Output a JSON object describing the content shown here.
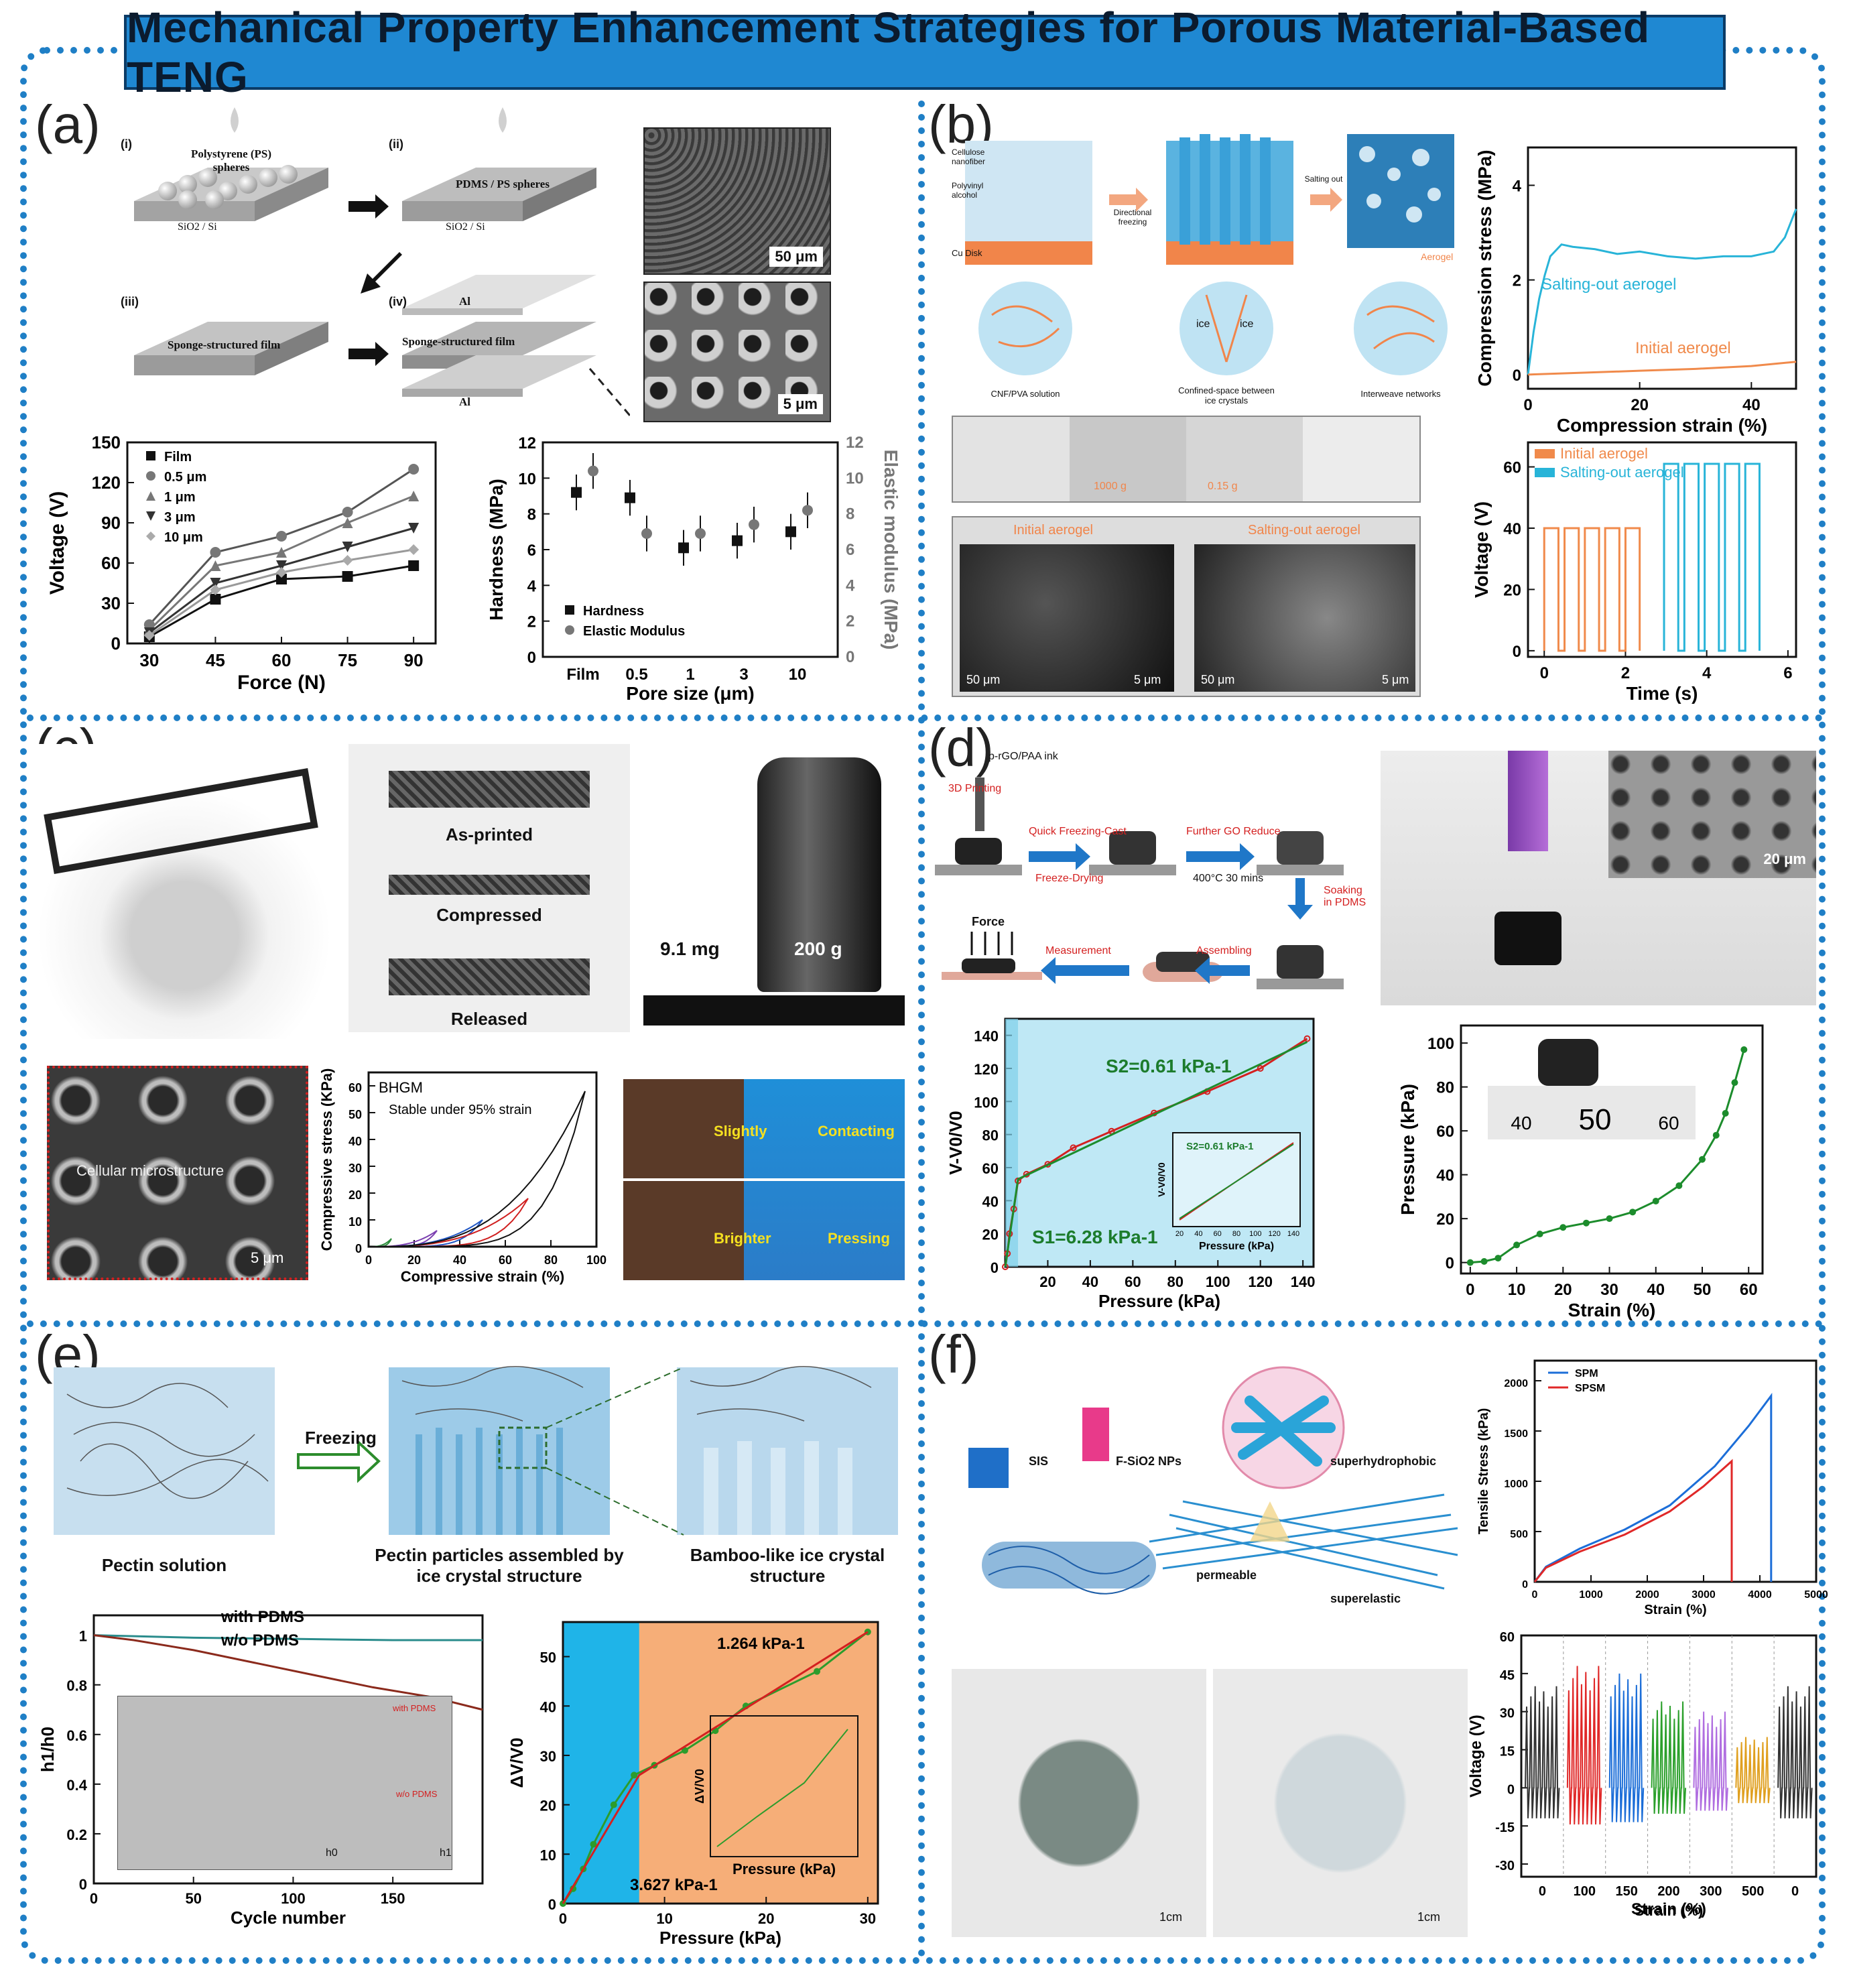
{
  "title": "Mechanical Property Enhancement Strategies for Porous Material-Based TENG",
  "panels": {
    "a": {
      "label": "(a)",
      "steps": [
        "(i)",
        "(ii)",
        "(iii)",
        "(iv)"
      ],
      "schem": {
        "ps": "Polystyrene (PS) spheres",
        "pdms": "PDMS / PS spheres",
        "sio2": "SiO2 / Si",
        "sponge": "Sponge-structured film",
        "al": "Al"
      },
      "sem_scale": [
        "50 μm",
        "5 μm"
      ]
    },
    "b": {
      "label": "(b)",
      "schem": {
        "cnf": "Cellulose nanofiber",
        "pva": "Polyvinyl alcohol",
        "cu": "Cu Disk",
        "freeze": "Directional freezing",
        "salt": "Salting out",
        "aerogel": "Aerogel",
        "c1": "CNF/PVA solution",
        "c2": "Confined-space between ice crystals",
        "c3": "Interweave networks",
        "ice": "ice"
      },
      "photo_text": [
        "1000 g",
        "0.15 g"
      ],
      "sem_titles": [
        "Initial aerogel",
        "Salting-out aerogel"
      ],
      "sem_scale": [
        "50 μm",
        "5 μm",
        "50 μm",
        "5 μm"
      ]
    },
    "c": {
      "label": "(c)",
      "photo": {
        "as_printed": "As-printed",
        "compressed": "Compressed",
        "released": "Released",
        "mass1": "9.1 mg",
        "mass2": "200 g"
      },
      "sem": {
        "text": "Cellular microstructure",
        "scale": "5 μm"
      },
      "led": {
        "slightly": "Slightly",
        "contacting": "Contacting",
        "brighter": "Brighter",
        "pressing": "Pressing"
      }
    },
    "d": {
      "label": "(d)",
      "schem": {
        "ink": "p-rGO/PAA ink",
        "printing": "3D Printing",
        "qf": "Quick Freezing-Cast",
        "fd": "Freeze-Drying",
        "go": "Further GO Reduce",
        "temp": "400°C 30 mins",
        "soak": "Soaking in PDMS",
        "assemble": "Assembling",
        "measure": "Measurement",
        "force": "Force"
      },
      "photo_scale": "20 μm"
    },
    "e": {
      "label": "(e)",
      "schem": {
        "freezing": "Freezing",
        "s1": "Pectin solution",
        "s2": "Pectin particles assembled by ice crystal structure",
        "s3": "Bamboo-like ice crystal structure"
      },
      "inset": {
        "with": "with PDMS",
        "wo": "w/o PDMS",
        "h0": "h0",
        "h1": "h1"
      }
    },
    "f": {
      "label": "(f)",
      "schem": {
        "sis": "SIS",
        "fsio2": "F-SiO2 NPs",
        "superhydrophobic": "superhydrophobic",
        "permeable": "permeable",
        "superelastic": "superelastic"
      },
      "photo_scale": [
        "1cm",
        "1cm"
      ]
    }
  },
  "chart_data": [
    {
      "id": "a-voltage",
      "type": "line",
      "xlabel": "Force (N)",
      "ylabel": "Voltage (V)",
      "x": [
        30,
        45,
        60,
        75,
        90
      ],
      "xlim": [
        25,
        95
      ],
      "ylim": [
        0,
        150
      ],
      "xticks": [
        30,
        45,
        60,
        75,
        90
      ],
      "yticks": [
        0,
        30,
        60,
        90,
        120,
        150
      ],
      "series": [
        {
          "name": "Film",
          "marker": "square",
          "values": [
            5,
            33,
            48,
            50,
            58
          ]
        },
        {
          "name": "0.5 μm",
          "marker": "circle",
          "values": [
            14,
            68,
            80,
            98,
            130
          ]
        },
        {
          "name": "1 μm",
          "marker": "triangle",
          "values": [
            10,
            58,
            68,
            90,
            110
          ]
        },
        {
          "name": "3 μm",
          "marker": "tri-down",
          "values": [
            8,
            45,
            58,
            72,
            86
          ]
        },
        {
          "name": "10 μm",
          "marker": "diamond",
          "values": [
            6,
            40,
            53,
            62,
            70
          ]
        }
      ]
    },
    {
      "id": "a-hardness",
      "type": "scatter",
      "xlabel": "Pore size (μm)",
      "ylabel": "Hardness (MPa)",
      "y2label": "Elastic modulus (MPa)",
      "categories": [
        "Film",
        "0.5",
        "1",
        "3",
        "10"
      ],
      "ylim": [
        0,
        12
      ],
      "yticks": [
        0,
        2,
        4,
        6,
        8,
        10,
        12
      ],
      "series": [
        {
          "name": "Hardness",
          "marker": "square",
          "values": [
            9.2,
            8.9,
            6.1,
            6.5,
            7.0
          ]
        },
        {
          "name": "Elastic Modulus",
          "marker": "circle",
          "values": [
            10.4,
            6.9,
            6.9,
            7.4,
            8.2
          ]
        }
      ]
    },
    {
      "id": "b-compression",
      "type": "line",
      "xlabel": "Compression strain (%)",
      "ylabel": "Compression stress (MPa)",
      "xlim": [
        0,
        48
      ],
      "ylim": [
        -0.3,
        4.8
      ],
      "xticks": [
        0,
        20,
        40
      ],
      "yticks": [
        0,
        2,
        4
      ],
      "series": [
        {
          "name": "Salting-out aerogel",
          "color": "#28b4d8",
          "x": [
            0,
            1,
            2,
            3,
            4,
            6,
            8,
            12,
            16,
            20,
            25,
            30,
            35,
            40,
            44,
            46,
            48
          ],
          "values": [
            0,
            0.9,
            1.6,
            2.1,
            2.5,
            2.75,
            2.7,
            2.65,
            2.55,
            2.6,
            2.5,
            2.45,
            2.5,
            2.5,
            2.6,
            2.9,
            3.5
          ]
        },
        {
          "name": "Initial aerogel",
          "color": "#f08a4b",
          "x": [
            0,
            10,
            20,
            30,
            40,
            48
          ],
          "values": [
            0.0,
            0.04,
            0.08,
            0.12,
            0.18,
            0.27
          ]
        }
      ]
    },
    {
      "id": "b-voltage",
      "type": "line",
      "xlabel": "Time (s)",
      "ylabel": "Voltage (V)",
      "xlim": [
        -0.4,
        6.2
      ],
      "ylim": [
        -2,
        68
      ],
      "xticks": [
        0,
        2,
        4,
        6
      ],
      "yticks": [
        0,
        20,
        40,
        60
      ],
      "series": [
        {
          "name": "Initial aerogel",
          "color": "#f08a4b",
          "peak": 40,
          "pulses": [
            0.0,
            0.5,
            1.0,
            1.5,
            2.0
          ]
        },
        {
          "name": "Salting-out aerogel",
          "color": "#28b4d8",
          "peak": 61,
          "pulses": [
            2.95,
            3.45,
            3.95,
            4.45,
            4.95
          ]
        }
      ]
    },
    {
      "id": "c-stress",
      "type": "line",
      "title": "BHGM",
      "annotation": "Stable under 95% strain",
      "xlabel": "Compressive strain (%)",
      "ylabel": "Compressive stress (KPa)",
      "xlim": [
        0,
        100
      ],
      "ylim": [
        0,
        65
      ],
      "xticks": [
        0,
        20,
        40,
        60,
        80,
        100
      ],
      "yticks": [
        0,
        10,
        20,
        30,
        40,
        50,
        60
      ],
      "series": [
        {
          "strain": 10,
          "color": "#2c8c3c",
          "peak": 3
        },
        {
          "strain": 30,
          "color": "#7b3fb0",
          "peak": 6
        },
        {
          "strain": 50,
          "color": "#1f55c4",
          "peak": 10
        },
        {
          "strain": 70,
          "color": "#d02020",
          "peak": 18
        },
        {
          "strain": 95,
          "color": "#111111",
          "peak": 58
        }
      ]
    },
    {
      "id": "d-sensitivity",
      "type": "line",
      "xlabel": "Pressure (kPa)",
      "ylabel": "V-V0/V0",
      "xlim": [
        0,
        145
      ],
      "ylim": [
        0,
        150
      ],
      "xticks": [
        20,
        40,
        60,
        80,
        100,
        120,
        140
      ],
      "yticks": [
        0,
        20,
        40,
        60,
        80,
        100,
        120,
        140
      ],
      "annotations": [
        "S2=0.61 kPa-1",
        "S1=6.28 kPa-1"
      ],
      "series": [
        {
          "name": "data",
          "color": "#d42020",
          "x": [
            0,
            1,
            2,
            4,
            6,
            10,
            20,
            32,
            50,
            70,
            95,
            120,
            142
          ],
          "values": [
            0,
            8,
            20,
            35,
            52,
            56,
            62,
            72,
            82,
            93,
            106,
            120,
            138
          ]
        },
        {
          "name": "fit",
          "color": "#1c8c2c",
          "x": [
            0,
            6,
            142
          ],
          "values": [
            0,
            53,
            136
          ]
        }
      ],
      "inset": {
        "xlabel": "Pressure (kPa)",
        "ylabel": "V-V0/V0",
        "annotation": "S2=0.61 kPa-1",
        "xticks": [
          20,
          40,
          60,
          80,
          100,
          120,
          140
        ]
      }
    },
    {
      "id": "d-pressure",
      "type": "line",
      "xlabel": "Strain (%)",
      "ylabel": "Pressure (kPa)",
      "xlim": [
        -2,
        63
      ],
      "ylim": [
        -5,
        108
      ],
      "xticks": [
        0,
        10,
        20,
        30,
        40,
        50,
        60
      ],
      "yticks": [
        0,
        20,
        40,
        60,
        80,
        100
      ],
      "series": [
        {
          "name": "curve",
          "color": "#1c8c2c",
          "x": [
            0,
            3,
            6,
            10,
            15,
            20,
            25,
            30,
            35,
            40,
            45,
            50,
            53,
            55,
            57,
            59
          ],
          "values": [
            0,
            0.5,
            2,
            8,
            13,
            16,
            18,
            20,
            23,
            28,
            35,
            47,
            58,
            68,
            82,
            97
          ]
        }
      ],
      "inset_ruler": [
        "40",
        "50",
        "60"
      ]
    },
    {
      "id": "e-height",
      "type": "line",
      "xlabel": "Cycle number",
      "ylabel": "h1/h0",
      "xlim": [
        0,
        195
      ],
      "ylim": [
        0,
        1.08
      ],
      "xticks": [
        0,
        50,
        100,
        150
      ],
      "yticks": [
        0.0,
        0.2,
        0.4,
        0.6,
        0.8,
        1.0
      ],
      "series": [
        {
          "name": "with PDMS",
          "color": "#2a8c8c",
          "x": [
            0,
            50,
            100,
            150,
            195
          ],
          "values": [
            1.0,
            0.99,
            0.985,
            0.98,
            0.98
          ]
        },
        {
          "name": "w/o PDMS",
          "color": "#8b2a1c",
          "x": [
            0,
            20,
            50,
            80,
            110,
            140,
            170,
            195
          ],
          "values": [
            1.0,
            0.98,
            0.94,
            0.89,
            0.84,
            0.79,
            0.75,
            0.7
          ]
        }
      ]
    },
    {
      "id": "e-sensitivity",
      "type": "line",
      "xlabel": "Pressure (kPa)",
      "ylabel": "ΔV/V0",
      "xlim": [
        0,
        31
      ],
      "ylim": [
        0,
        57
      ],
      "xticks": [
        0,
        10,
        20,
        30
      ],
      "yticks": [
        0,
        10,
        20,
        30,
        40,
        50
      ],
      "annotations": [
        "1.264 kPa-1",
        "3.627 kPa-1"
      ],
      "series": [
        {
          "name": "data",
          "color": "#2c9c2c",
          "x": [
            0,
            1,
            2,
            3,
            5,
            7,
            9,
            12,
            15,
            18,
            25,
            30
          ],
          "values": [
            0,
            3,
            7,
            12,
            20,
            26,
            28,
            31,
            35,
            40,
            47,
            55
          ]
        },
        {
          "name": "fit",
          "color": "#d42020",
          "x": [
            0,
            7.5,
            30
          ],
          "values": [
            0,
            26,
            55
          ]
        }
      ],
      "inset": {
        "xlabel": "Pressure (kPa)",
        "ylabel": "ΔV/V0"
      }
    },
    {
      "id": "f-tensile",
      "type": "line",
      "xlabel": "Strain (%)",
      "ylabel": "Tensile Stress (kPa)",
      "xlim": [
        0,
        5000
      ],
      "ylim": [
        0,
        2200
      ],
      "xticks": [
        0,
        1000,
        2000,
        3000,
        4000,
        5000
      ],
      "yticks": [
        0,
        500,
        1000,
        1500,
        2000
      ],
      "series": [
        {
          "name": "SPM",
          "color": "#1c6ed8",
          "x": [
            0,
            200,
            800,
            1600,
            2400,
            3200,
            3800,
            4200,
            4200
          ],
          "values": [
            0,
            150,
            330,
            520,
            760,
            1150,
            1550,
            1850,
            0
          ]
        },
        {
          "name": "SPSM",
          "color": "#e02828",
          "x": [
            0,
            200,
            800,
            1600,
            2400,
            3000,
            3500,
            3500
          ],
          "values": [
            0,
            140,
            300,
            470,
            700,
            950,
            1200,
            0
          ]
        }
      ]
    },
    {
      "id": "f-voltage",
      "type": "line",
      "xlabel": "Strain (%)",
      "ylabel": "Voltage (V)",
      "categories": [
        "0",
        "100",
        "150",
        "200",
        "300",
        "500",
        "0"
      ],
      "ylim": [
        -35,
        60
      ],
      "yticks": [
        -30,
        -15,
        0,
        15,
        30,
        45,
        60
      ],
      "series": [
        {
          "strain": "0",
          "color": "#333333",
          "peak": 40
        },
        {
          "strain": "100",
          "color": "#e02828",
          "peak": 48
        },
        {
          "strain": "150",
          "color": "#1c6ed8",
          "peak": 45
        },
        {
          "strain": "200",
          "color": "#2ca02c",
          "peak": 34
        },
        {
          "strain": "300",
          "color": "#b06ee0",
          "peak": 30
        },
        {
          "strain": "500",
          "color": "#e0a020",
          "peak": 20
        },
        {
          "strain": "0",
          "color": "#333333",
          "peak": 40
        }
      ]
    }
  ]
}
